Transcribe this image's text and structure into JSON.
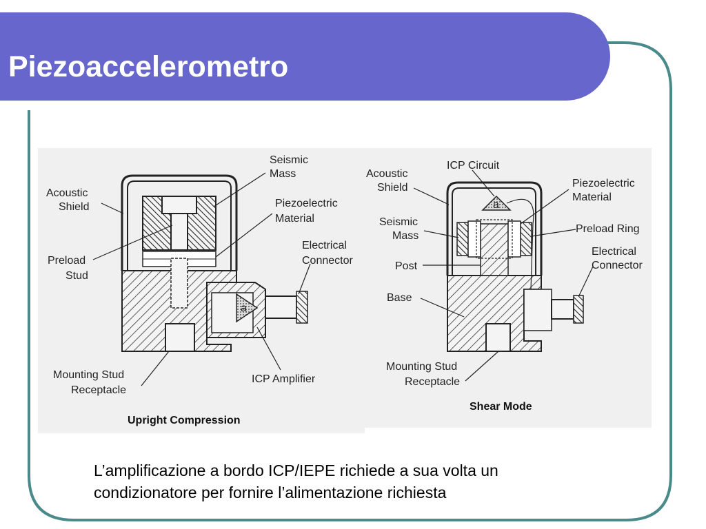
{
  "title": "Piezoaccelerometro",
  "caption_line1": "L’amplificazione a bordo ICP/IEPE richiede a sua volta un",
  "caption_line2": "condizionatore per fornire l’alimentazione richiesta",
  "left": {
    "heading": "Upright Compression",
    "labels": {
      "seismic1": "Seismic",
      "seismic2": "Mass",
      "acoustic1": "Acoustic",
      "acoustic2": "Shield",
      "piezo1": "Piezoelectric",
      "piezo2": "Material",
      "preload1": "Preload",
      "preload2": "Stud",
      "conn1": "Electrical",
      "conn2": "Connector",
      "mount1": "Mounting Stud",
      "mount2": "Receptacle",
      "icp": "ICP Amplifier",
      "amp_symbol": "a"
    }
  },
  "right": {
    "heading": "Shear Mode",
    "labels": {
      "icp": "ICP Circuit",
      "acoustic1": "Acoustic",
      "acoustic2": "Shield",
      "piezo1": "Piezoelectric",
      "piezo2": "Material",
      "seismic1": "Seismic",
      "seismic2": "Mass",
      "ring": "Preload Ring",
      "post": "Post",
      "conn1": "Electrical",
      "conn2": "Connector",
      "base": "Base",
      "mount1": "Mounting Stud",
      "mount2": "Receptacle",
      "amp_symbol": "a"
    }
  },
  "colors": {
    "title_bar": "#6666cc",
    "frame_line": "#4a8a8a",
    "diagram_bg": "#f0f0f0"
  }
}
